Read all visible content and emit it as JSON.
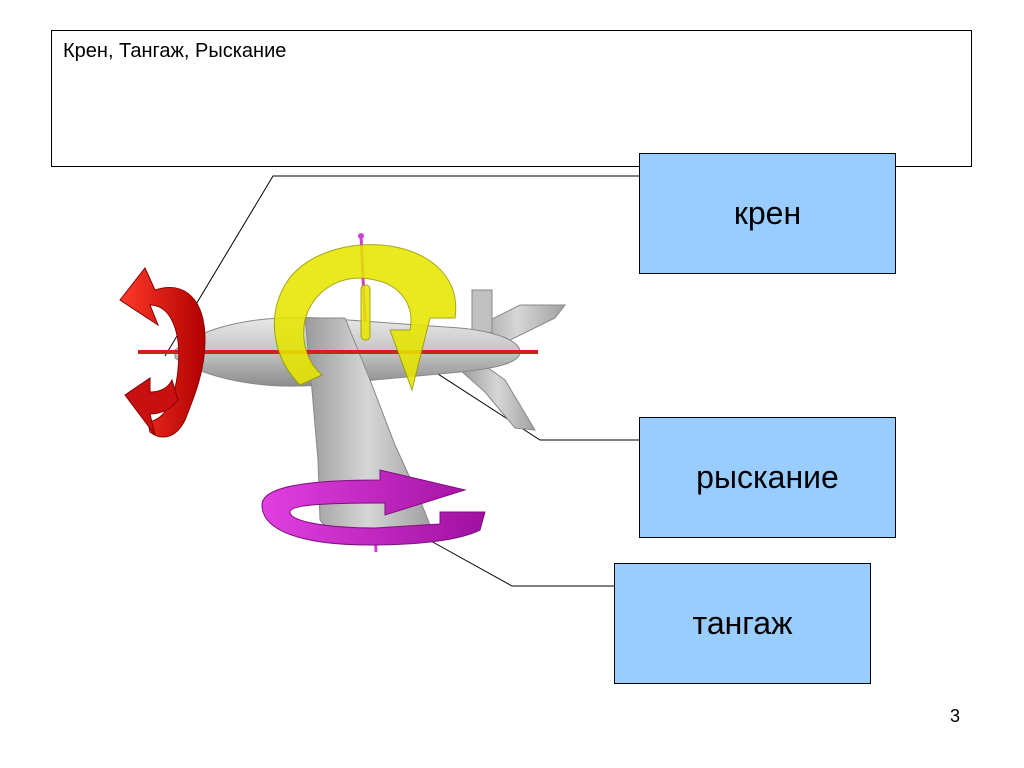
{
  "title": "Крен, Тангаж, Рыскание",
  "labels": {
    "roll": "крен",
    "yaw": "рыскание",
    "pitch": "тангаж"
  },
  "page_number": "3",
  "colors": {
    "label_fill": "#99ccff",
    "roll_arrow": "#e01010",
    "pitch_arrow": "#e0e010",
    "yaw_arrow": "#cc22cc",
    "aircraft": "#b8b8b8"
  }
}
